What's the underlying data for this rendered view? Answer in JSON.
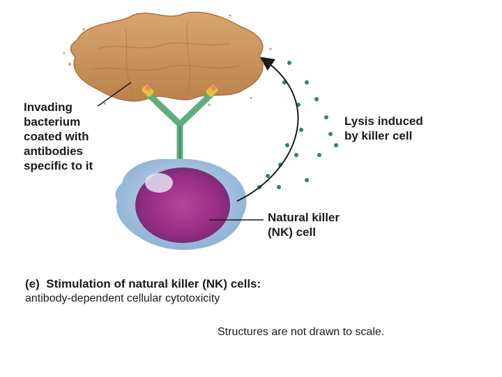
{
  "labels": {
    "bacterium": [
      "Invading",
      "bacterium",
      "coated with",
      "antibodies",
      "specific to it"
    ],
    "lysis": [
      "Lysis induced",
      "by killer cell"
    ],
    "nk_cell": [
      "Natural killer",
      "(NK) cell"
    ]
  },
  "caption": {
    "prefix": "(e)",
    "title": "Stimulation of natural killer (NK) cells:",
    "subtitle": "antibody-dependent cellular cytotoxicity"
  },
  "note": "Structures are not drawn to scale.",
  "colors": {
    "bacterium": "#c98f55",
    "antibody": "#5fae7c",
    "nk_cell_outer": "#a9c8e3",
    "nk_cell_inner": "#a2368f",
    "granules": "#2e8a57",
    "text": "#1a1a1a"
  }
}
